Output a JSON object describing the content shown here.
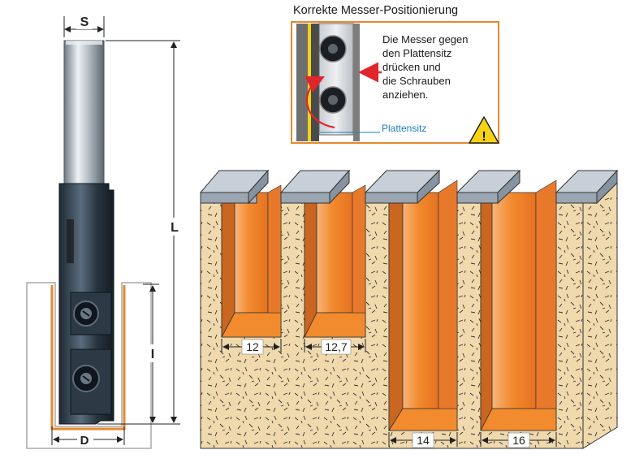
{
  "inset": {
    "title": "Korrekte Messer-Positionierung",
    "instruction_lines": [
      "Die Messer gegen",
      "den Plattensitz",
      "drücken und",
      "die Schrauben",
      "anziehen."
    ],
    "seat_label": "Plattensitz",
    "warning_icon": "warning-triangle-icon"
  },
  "tool": {
    "shank_label": "S",
    "length_label": "L",
    "cut_length_label": "I",
    "diameter_label": "D"
  },
  "grooves": {
    "widths": [
      "12",
      "12,7",
      "14",
      "16"
    ]
  },
  "colors": {
    "orange": "#f28a2e",
    "board": "#efd9ad",
    "accent_orange": "#e6892e",
    "seat_blue": "#1a7fb8",
    "warning_yellow": "#f5d313"
  }
}
